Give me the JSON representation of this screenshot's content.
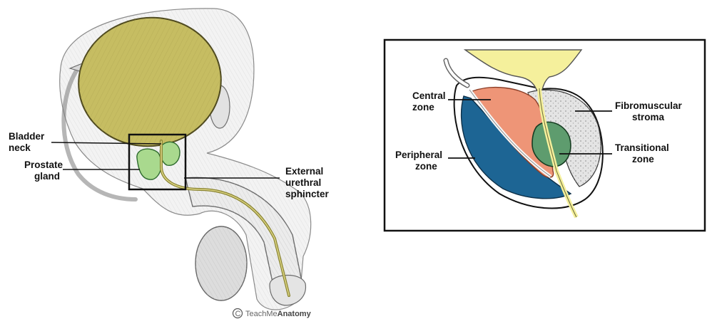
{
  "left_panel": {
    "labels": {
      "bladder_neck": [
        "Bladder",
        "neck"
      ],
      "prostate_gland": [
        "Prostate",
        "gland"
      ],
      "external_urethral_sphincter": [
        "External",
        "urethral",
        "sphincter"
      ]
    },
    "credit": {
      "symbol": "C",
      "prefix": "TeachMe",
      "suffix": "Anatomy"
    }
  },
  "right_panel": {
    "labels": {
      "central_zone": [
        "Central",
        "zone"
      ],
      "peripheral_zone": [
        "Peripheral",
        "zone"
      ],
      "fibromuscular_stroma": [
        "Fibromuscular",
        "stroma"
      ],
      "transitional_zone": [
        "Transitional",
        "zone"
      ]
    }
  },
  "colors": {
    "bladder": "#c6bd62",
    "prostate_left": "#a9d98e",
    "central_zone": "#ee9577",
    "peripheral_zone": "#1d6594",
    "transitional_zone": "#5e9c6e",
    "fibromuscular_stroma": "#e4e4e4",
    "urethra": "#f5f09c",
    "outline": "#111111"
  }
}
